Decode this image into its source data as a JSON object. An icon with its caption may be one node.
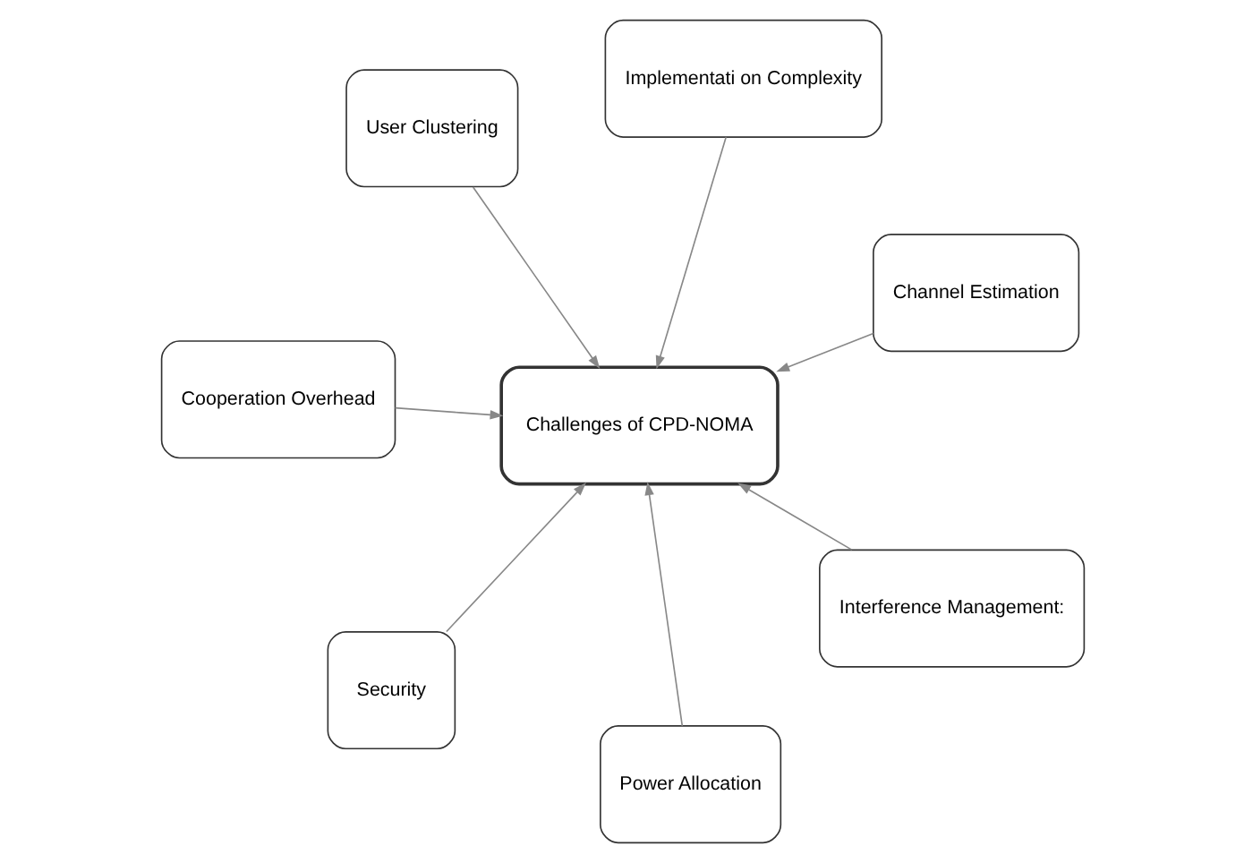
{
  "diagram": {
    "nodes": [
      {
        "text": [
          "User Clustering"
        ]
      },
      {
        "text": [
          "Channel Estimation"
        ]
      },
      {
        "text": [
          "Power Allocation"
        ]
      },
      {
        "text": [
          "Challenges of CPD-NOMA"
        ]
      },
      {
        "text": [
          "Implementati on Complexity"
        ]
      },
      {
        "text": [
          "Cooperation Overhead"
        ]
      },
      {
        "text": [
          "Security"
        ]
      },
      {
        "text": [
          "Interference Management:"
        ]
      }
    ],
    "edges": [
      {
        "from": 0,
        "to": 3,
        "arrow": "to"
      },
      {
        "from": 1,
        "to": 3,
        "arrow": "to"
      },
      {
        "from": 2,
        "to": 3,
        "arrow": "to"
      },
      {
        "from": 4,
        "to": 3,
        "arrow": "to"
      },
      {
        "from": 5,
        "to": 3,
        "arrow": "to"
      },
      {
        "from": 6,
        "to": 3,
        "arrow": "to"
      },
      {
        "from": 7,
        "to": 3,
        "arrow": "to"
      }
    ]
  }
}
